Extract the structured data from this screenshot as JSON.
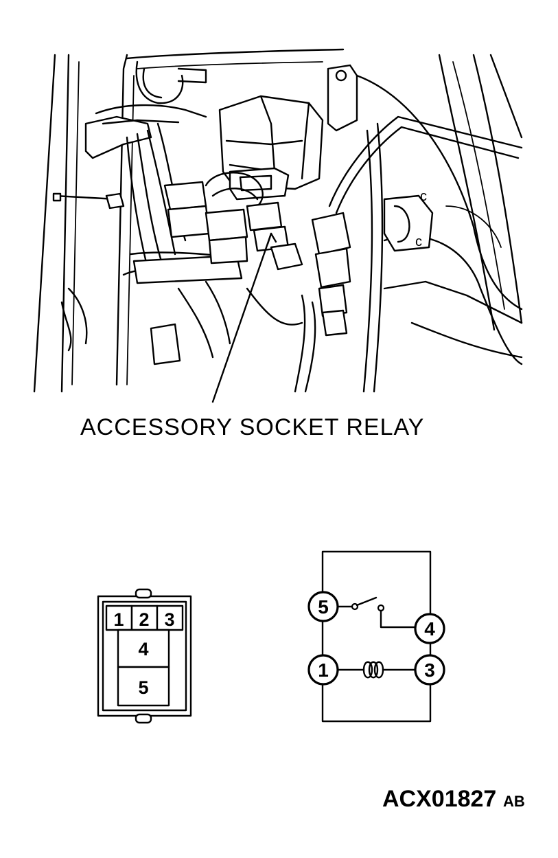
{
  "illustration": {
    "caption": "ACCESSORY SOCKET RELAY"
  },
  "connector": {
    "pins_top": [
      "1",
      "2",
      "3"
    ],
    "pin_middle": "4",
    "pin_bottom": "5"
  },
  "circuit": {
    "terminals": {
      "t5": "5",
      "t4": "4",
      "t1": "1",
      "t3": "3"
    }
  },
  "figure_code": {
    "main": "ACX01827",
    "suffix": "AB"
  }
}
